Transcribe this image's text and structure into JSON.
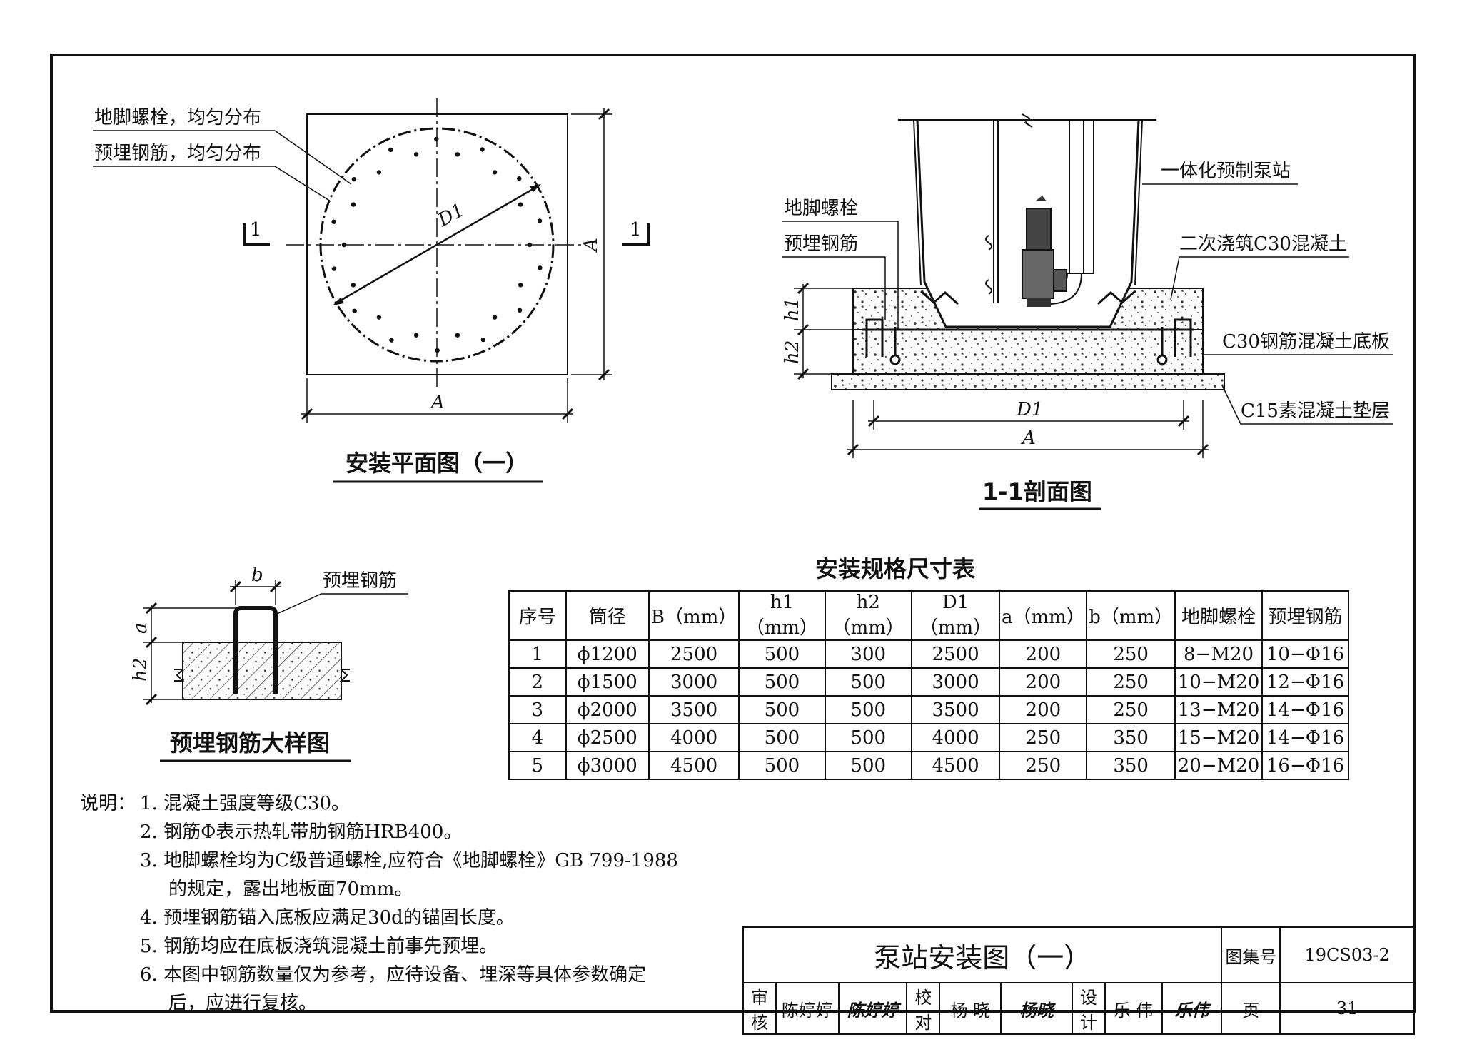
{
  "plan": {
    "label_bolt": "地脚螺栓，均匀分布",
    "label_rebar": "预埋钢筋，均匀分布",
    "dim_d1": "D1",
    "dim_a": "A",
    "section_mark": "1",
    "title": "安装平面图（一）"
  },
  "section": {
    "label_station": "一体化预制泵站",
    "label_bolt": "地脚螺栓",
    "label_rebar": "预埋钢筋",
    "label_second_pour": "二次浇筑C30混凝土",
    "label_base_slab": "C30钢筋混凝土底板",
    "label_cushion": "C15素混凝土垫层",
    "dim_h1": "h1",
    "dim_h2": "h2",
    "dim_d1": "D1",
    "dim_a": "A",
    "title": "1-1剖面图"
  },
  "detail": {
    "dim_b": "b",
    "dim_a": "a",
    "dim_h2": "h2",
    "label_rebar": "预埋钢筋",
    "title": "预埋钢筋大样图"
  },
  "table": {
    "title": "安装规格尺寸表",
    "headers": [
      "序号",
      "筒径",
      "B（mm）",
      "h1（mm）",
      "h2（mm）",
      "D1（mm）",
      "a（mm）",
      "b（mm）",
      "地脚螺栓",
      "预埋钢筋"
    ],
    "rows": [
      [
        "1",
        "ϕ1200",
        "2500",
        "500",
        "300",
        "2500",
        "200",
        "250",
        "8−M20",
        "10−Φ16"
      ],
      [
        "2",
        "ϕ1500",
        "3000",
        "500",
        "500",
        "3000",
        "200",
        "250",
        "10−M20",
        "12−Φ16"
      ],
      [
        "3",
        "ϕ2000",
        "3500",
        "500",
        "500",
        "3500",
        "200",
        "250",
        "13−M20",
        "14−Φ16"
      ],
      [
        "4",
        "ϕ2500",
        "4000",
        "500",
        "500",
        "4000",
        "250",
        "350",
        "15−M20",
        "14−Φ16"
      ],
      [
        "5",
        "ϕ3000",
        "4500",
        "500",
        "500",
        "4500",
        "250",
        "350",
        "20−M20",
        "16−Φ16"
      ]
    ]
  },
  "notes": {
    "heading": "说明：",
    "items": [
      "1. 混凝土强度等级C30。",
      "2. 钢筋Φ表示热轧带肋钢筋HRB400。",
      "3. 地脚螺栓均为C级普通螺栓,应符合《地脚螺栓》GB 799-1988",
      "的规定，露出地板面70mm。",
      "4. 预埋钢筋锚入底板应满足30d的锚固长度。",
      "5. 钢筋均应在底板浇筑混凝土前事先预埋。",
      "6. 本图中钢筋数量仅为参考，应待设备、埋深等具体参数确定",
      "后，应进行复核。"
    ]
  },
  "title_block": {
    "drawing_title": "泵站安装图（一）",
    "atlas_label": "图集号",
    "atlas_no": "19CS03-2",
    "review_label": "审核",
    "reviewer": "陈婷婷",
    "review_sign": "陈婷婷",
    "check_label": "校对",
    "checker": "杨 晓",
    "check_sign": "杨晓",
    "design_label": "设计",
    "designer": "乐 伟",
    "design_sign": "乐伟",
    "page_label": "页",
    "page_no": "31"
  }
}
